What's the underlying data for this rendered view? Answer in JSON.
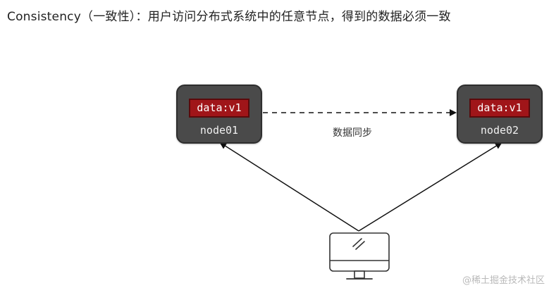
{
  "title": "Consistency（一致性）：用户访问分布式系统中的任意节点，得到的数据必须一致",
  "nodes": [
    {
      "name": "node01",
      "data": "data:v1"
    },
    {
      "name": "node02",
      "data": "data:v1"
    }
  ],
  "sync_label": "数据同步",
  "client_icon": "monitor-icon",
  "watermark": "@稀土掘金技术社区",
  "colors": {
    "node_bg": "#4a4a4a",
    "data_tag_bg": "#a01519",
    "line": "#111111"
  }
}
